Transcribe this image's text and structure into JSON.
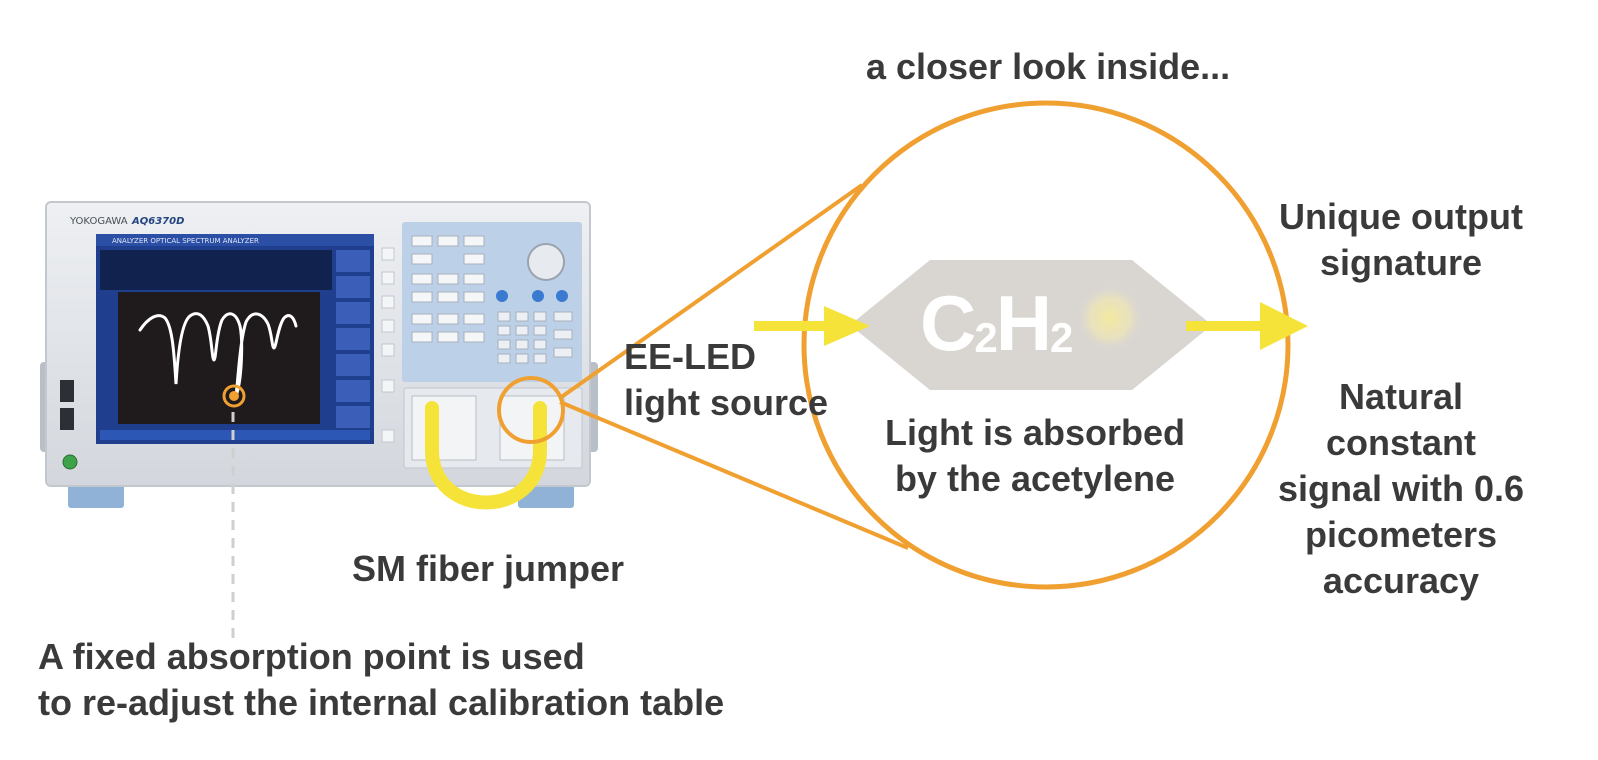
{
  "title": "a closer look inside...",
  "instrument": {
    "brand": "YOKOGAWA",
    "model": "AQ6370D",
    "screen_header": "ANALYZER OPTICAL SPECTRUM ANALYZER"
  },
  "cell": {
    "formula_main": "C",
    "sub_1": "2",
    "formula_h": "H",
    "sub_2": "2"
  },
  "labels": {
    "ee_led_line1": "EE-LED",
    "ee_led_line2": "light source",
    "absorbed_line1": "Light is absorbed",
    "absorbed_line2": "by the acetylene",
    "unique_line1": "Unique output",
    "unique_line2": "signature",
    "natural_line1": "Natural",
    "natural_line2": "constant",
    "natural_line3": "signal with 0.6",
    "natural_line4": "picometers",
    "natural_line5": "accuracy",
    "fiber": "SM fiber jumper",
    "fixed_line1": "A fixed absorption point is used",
    "fixed_line2": "to re-adjust the internal calibration table"
  },
  "colors": {
    "orange": "#f0a030",
    "yellow": "#f5e33a",
    "text": "#3a3a3a",
    "cell_fill": "#d9d6d2",
    "screen_bg": "#1f1a1c",
    "screen_frame": "#1f3f8e"
  }
}
